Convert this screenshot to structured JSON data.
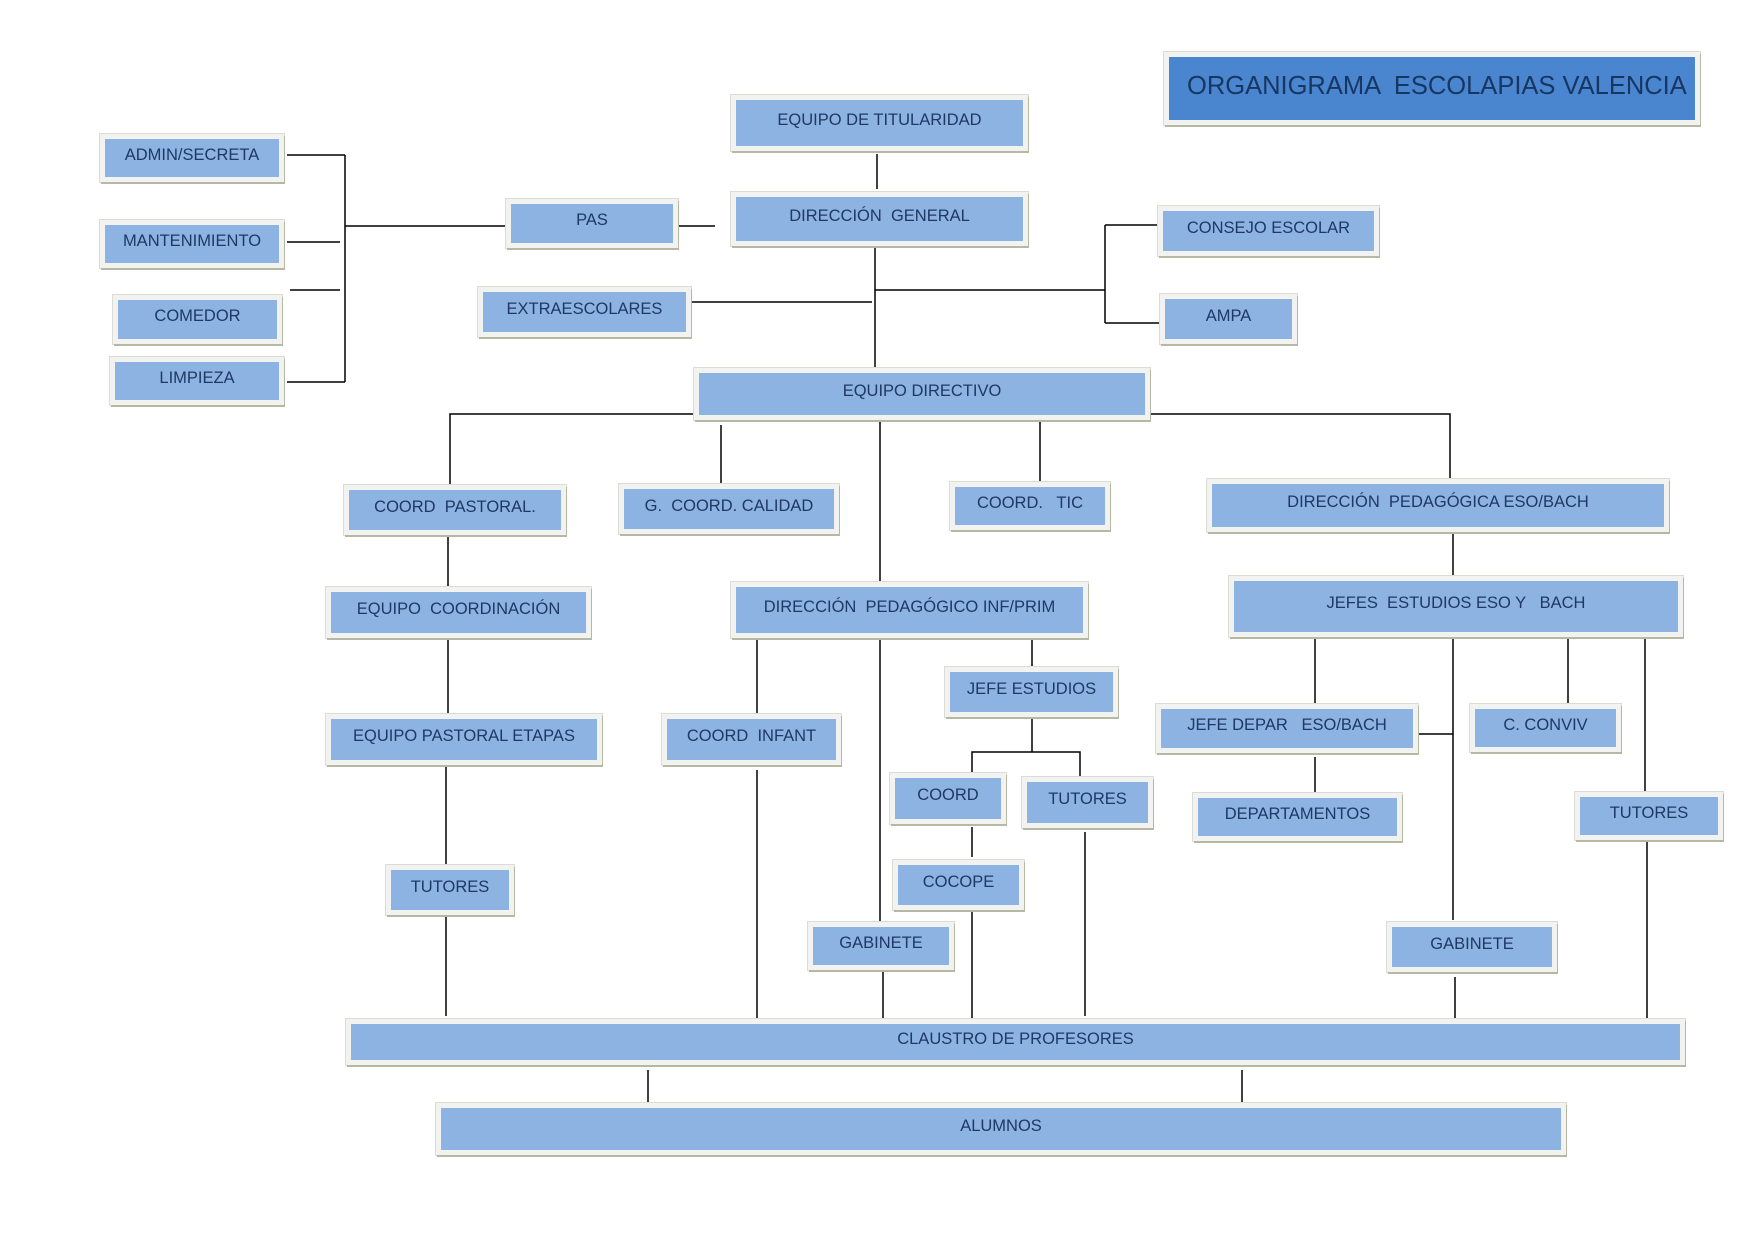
{
  "title": "ORGANIGRAMA  ESCOLAPIAS VALENCIA",
  "nodes": {
    "titularidad": "EQUIPO DE TITULARIDAD",
    "direccion_general": "DIRECCIÓN  GENERAL",
    "admin": "ADMIN/SECRETA",
    "mantenimiento": "MANTENIMIENTO",
    "comedor": "COMEDOR",
    "limpieza": "LIMPIEZA",
    "pas": "PAS",
    "extraescolares": "EXTRAESCOLARES",
    "consejo": "CONSEJO ESCOLAR",
    "ampa": "AMPA",
    "equipo_directivo": "EQUIPO DIRECTIVO",
    "coord_pastoral": "COORD  PASTORAL.",
    "calidad": "G.  COORD. CALIDAD",
    "tic": "COORD.   TIC",
    "dir_eso": "DIRECCIÓN  PEDAGÓGICA ESO/BACH",
    "equipo_coordinacion": "EQUIPO  COORDINACIÓN",
    "dir_inf": "DIRECCIÓN  PEDAGÓGICO INF/PRIM",
    "jefes_eso": "JEFES  ESTUDIOS ESO Y   BACH",
    "jefe_estudios": "JEFE ESTUDIOS",
    "pastoral_etapas": "EQUIPO PASTORAL ETAPAS",
    "coord_infant": "COORD  INFANT",
    "jefe_depar": "JEFE DEPAR   ESO/BACH",
    "conviv": "C. CONVIV",
    "coord": "COORD",
    "tutores_inf": "TUTORES",
    "departamentos": "DEPARTAMENTOS",
    "tutores_eso": "TUTORES",
    "tutores_pastoral": "TUTORES",
    "cocope": "COCOPE",
    "gabinete_inf": "GABINETE",
    "gabinete_eso": "GABINETE",
    "claustro": "CLAUSTRO DE PROFESORES",
    "alumnos": "ALUMNOS"
  },
  "colors": {
    "box_fill": "#8db3e2",
    "title_fill": "#4a86d0",
    "text": "#1f3864",
    "line": "#000000"
  }
}
